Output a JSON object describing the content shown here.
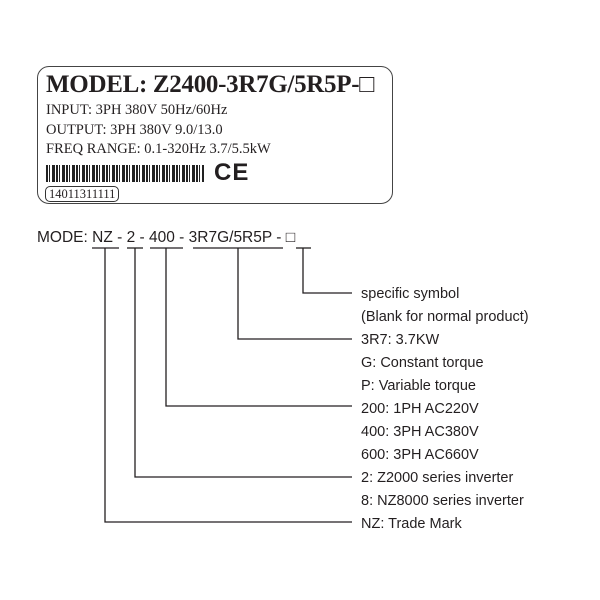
{
  "nameplate": {
    "model": "MODEL: Z2400-3R7G/5R5P-□",
    "input": "INPUT: 3PH 380V 50Hz/60Hz",
    "output": "OUTPUT: 3PH 380V 9.0/13.0",
    "freq_range": "FREQ RANGE: 0.1-320Hz 3.7/5.5kW",
    "ce_mark": "CE",
    "serial": "14011311111"
  },
  "mode_line": {
    "prefix": "MODE: ",
    "parts": [
      "NZ",
      "2",
      "400",
      "3R7G/5R5P",
      "□"
    ],
    "separator": " - "
  },
  "descriptions": [
    "specific symbol",
    "(Blank for normal product)",
    "3R7: 3.7KW",
    "G: Constant torque",
    "P: Variable torque",
    "200: 1PH AC220V",
    "400: 3PH AC380V",
    "600: 3PH AC660V",
    "2: Z2000 series inverter",
    "8: NZ8000 series inverter",
    "NZ: Trade Mark"
  ]
}
